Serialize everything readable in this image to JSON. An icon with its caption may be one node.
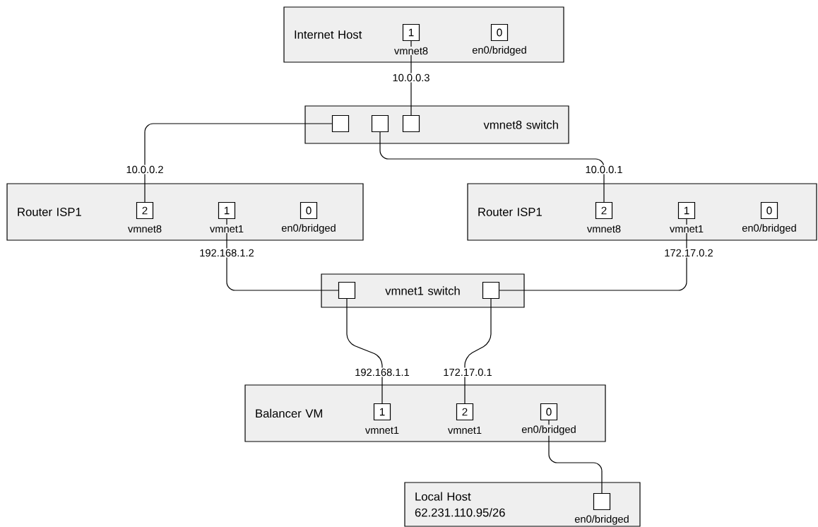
{
  "diagram": {
    "nodes": [
      {
        "text": [
          "Internet Host"
        ]
      },
      {
        "text": [
          "1"
        ],
        "in": 0,
        "beside": [
          "vmnet8"
        ]
      },
      {
        "text": [
          "0"
        ],
        "in": 0,
        "beside": [
          "en0/bridged"
        ]
      },
      {
        "text": [
          "vmnet8 switch"
        ]
      },
      {
        "text": [],
        "shape": "box",
        "in": 3
      },
      {
        "text": [],
        "shape": "box",
        "in": 3
      },
      {
        "text": [],
        "shape": "box",
        "in": 3
      },
      {
        "text": [
          "Router ISP1"
        ]
      },
      {
        "text": [
          "2"
        ],
        "in": 7,
        "beside": [
          "vmnet8"
        ]
      },
      {
        "text": [
          "1"
        ],
        "in": 7,
        "beside": [
          "vmnet1"
        ]
      },
      {
        "text": [
          "0"
        ],
        "in": 7,
        "beside": [
          "en0/bridged"
        ]
      },
      {
        "text": [
          "Router ISP1"
        ]
      },
      {
        "text": [
          "2"
        ],
        "in": 11,
        "beside": [
          "vmnet8"
        ]
      },
      {
        "text": [
          "1"
        ],
        "in": 11,
        "beside": [
          "vmnet1"
        ]
      },
      {
        "text": [
          "0"
        ],
        "in": 11,
        "beside": [
          "en0/bridged"
        ]
      },
      {
        "text": [
          "vmnet1 switch"
        ]
      },
      {
        "text": [],
        "shape": "box",
        "in": 15
      },
      {
        "text": [],
        "shape": "box",
        "in": 15
      },
      {
        "text": [
          "Balancer VM"
        ]
      },
      {
        "text": [
          "1"
        ],
        "in": 18,
        "beside": [
          "vmnet1"
        ]
      },
      {
        "text": [
          "2"
        ],
        "in": 18,
        "beside": [
          "vmnet1"
        ]
      },
      {
        "text": [
          "0"
        ],
        "in": 18,
        "beside": [
          "en0/bridged"
        ]
      },
      {
        "text": [
          "Local Host",
          "62.231.110.95/26"
        ]
      },
      {
        "text": [],
        "shape": "box",
        "in": 22,
        "beside": [
          "en0/bridged"
        ]
      }
    ],
    "edges": [
      {
        "from": 1,
        "to": 6,
        "arrow": "none",
        "label": "10.0.0.3"
      },
      {
        "from": 4,
        "to": 8,
        "arrow": "none",
        "label": "10.0.0.2"
      },
      {
        "from": 5,
        "to": 12,
        "arrow": "none",
        "label": "10.0.0.1"
      },
      {
        "from": 9,
        "to": 16,
        "arrow": "none",
        "label": "192.168.1.2"
      },
      {
        "from": 13,
        "to": 17,
        "arrow": "none",
        "label": "172.17.0.2"
      },
      {
        "from": 16,
        "to": 19,
        "arrow": "none",
        "label": "192.168.1.1"
      },
      {
        "from": 17,
        "to": 20,
        "arrow": "none",
        "label": "172.17.0.1"
      },
      {
        "from": 21,
        "to": 23,
        "arrow": "none"
      }
    ]
  }
}
